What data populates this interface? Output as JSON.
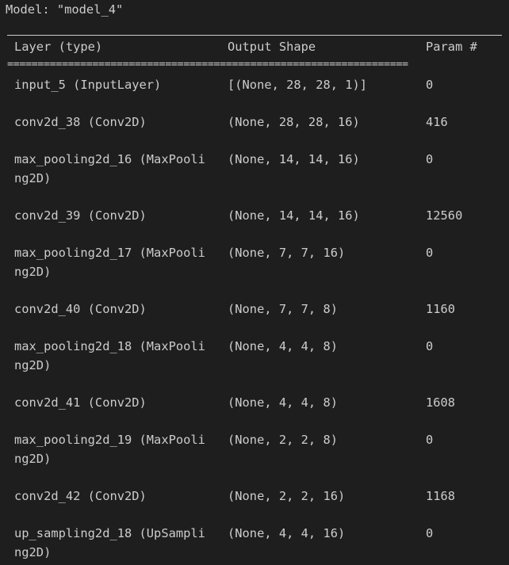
{
  "model_title": "Model: \"model_4\"",
  "columns": {
    "layer": "Layer (type)",
    "output": "Output Shape",
    "params": "Param #"
  },
  "separator": "==================================================================",
  "rows": [
    {
      "layer": "input_5 (InputLayer)",
      "layer_cont": "",
      "output": "[(None, 28, 28, 1)]",
      "params": "0"
    },
    {
      "layer": "conv2d_38 (Conv2D)",
      "layer_cont": "",
      "output": "(None, 28, 28, 16)",
      "params": "416"
    },
    {
      "layer": "max_pooling2d_16 (MaxPooli",
      "layer_cont": "ng2D)",
      "output": "(None, 14, 14, 16)",
      "params": "0"
    },
    {
      "layer": "conv2d_39 (Conv2D)",
      "layer_cont": "",
      "output": "(None, 14, 14, 16)",
      "params": "12560"
    },
    {
      "layer": "max_pooling2d_17 (MaxPooli",
      "layer_cont": "ng2D)",
      "output": "(None, 7, 7, 16)",
      "params": "0"
    },
    {
      "layer": "conv2d_40 (Conv2D)",
      "layer_cont": "",
      "output": "(None, 7, 7, 8)",
      "params": "1160"
    },
    {
      "layer": "max_pooling2d_18 (MaxPooli",
      "layer_cont": "ng2D)",
      "output": "(None, 4, 4, 8)",
      "params": "0"
    },
    {
      "layer": "conv2d_41 (Conv2D)",
      "layer_cont": "",
      "output": "(None, 4, 4, 8)",
      "params": "1608"
    },
    {
      "layer": "max_pooling2d_19 (MaxPooli",
      "layer_cont": "ng2D)",
      "output": "(None, 2, 2, 8)",
      "params": "0"
    },
    {
      "layer": "conv2d_42 (Conv2D)",
      "layer_cont": "",
      "output": "(None, 2, 2, 16)",
      "params": "1168"
    },
    {
      "layer": "up_sampling2d_18 (UpSampli",
      "layer_cont": "ng2D)",
      "output": "(None, 4, 4, 16)",
      "params": "0"
    }
  ]
}
